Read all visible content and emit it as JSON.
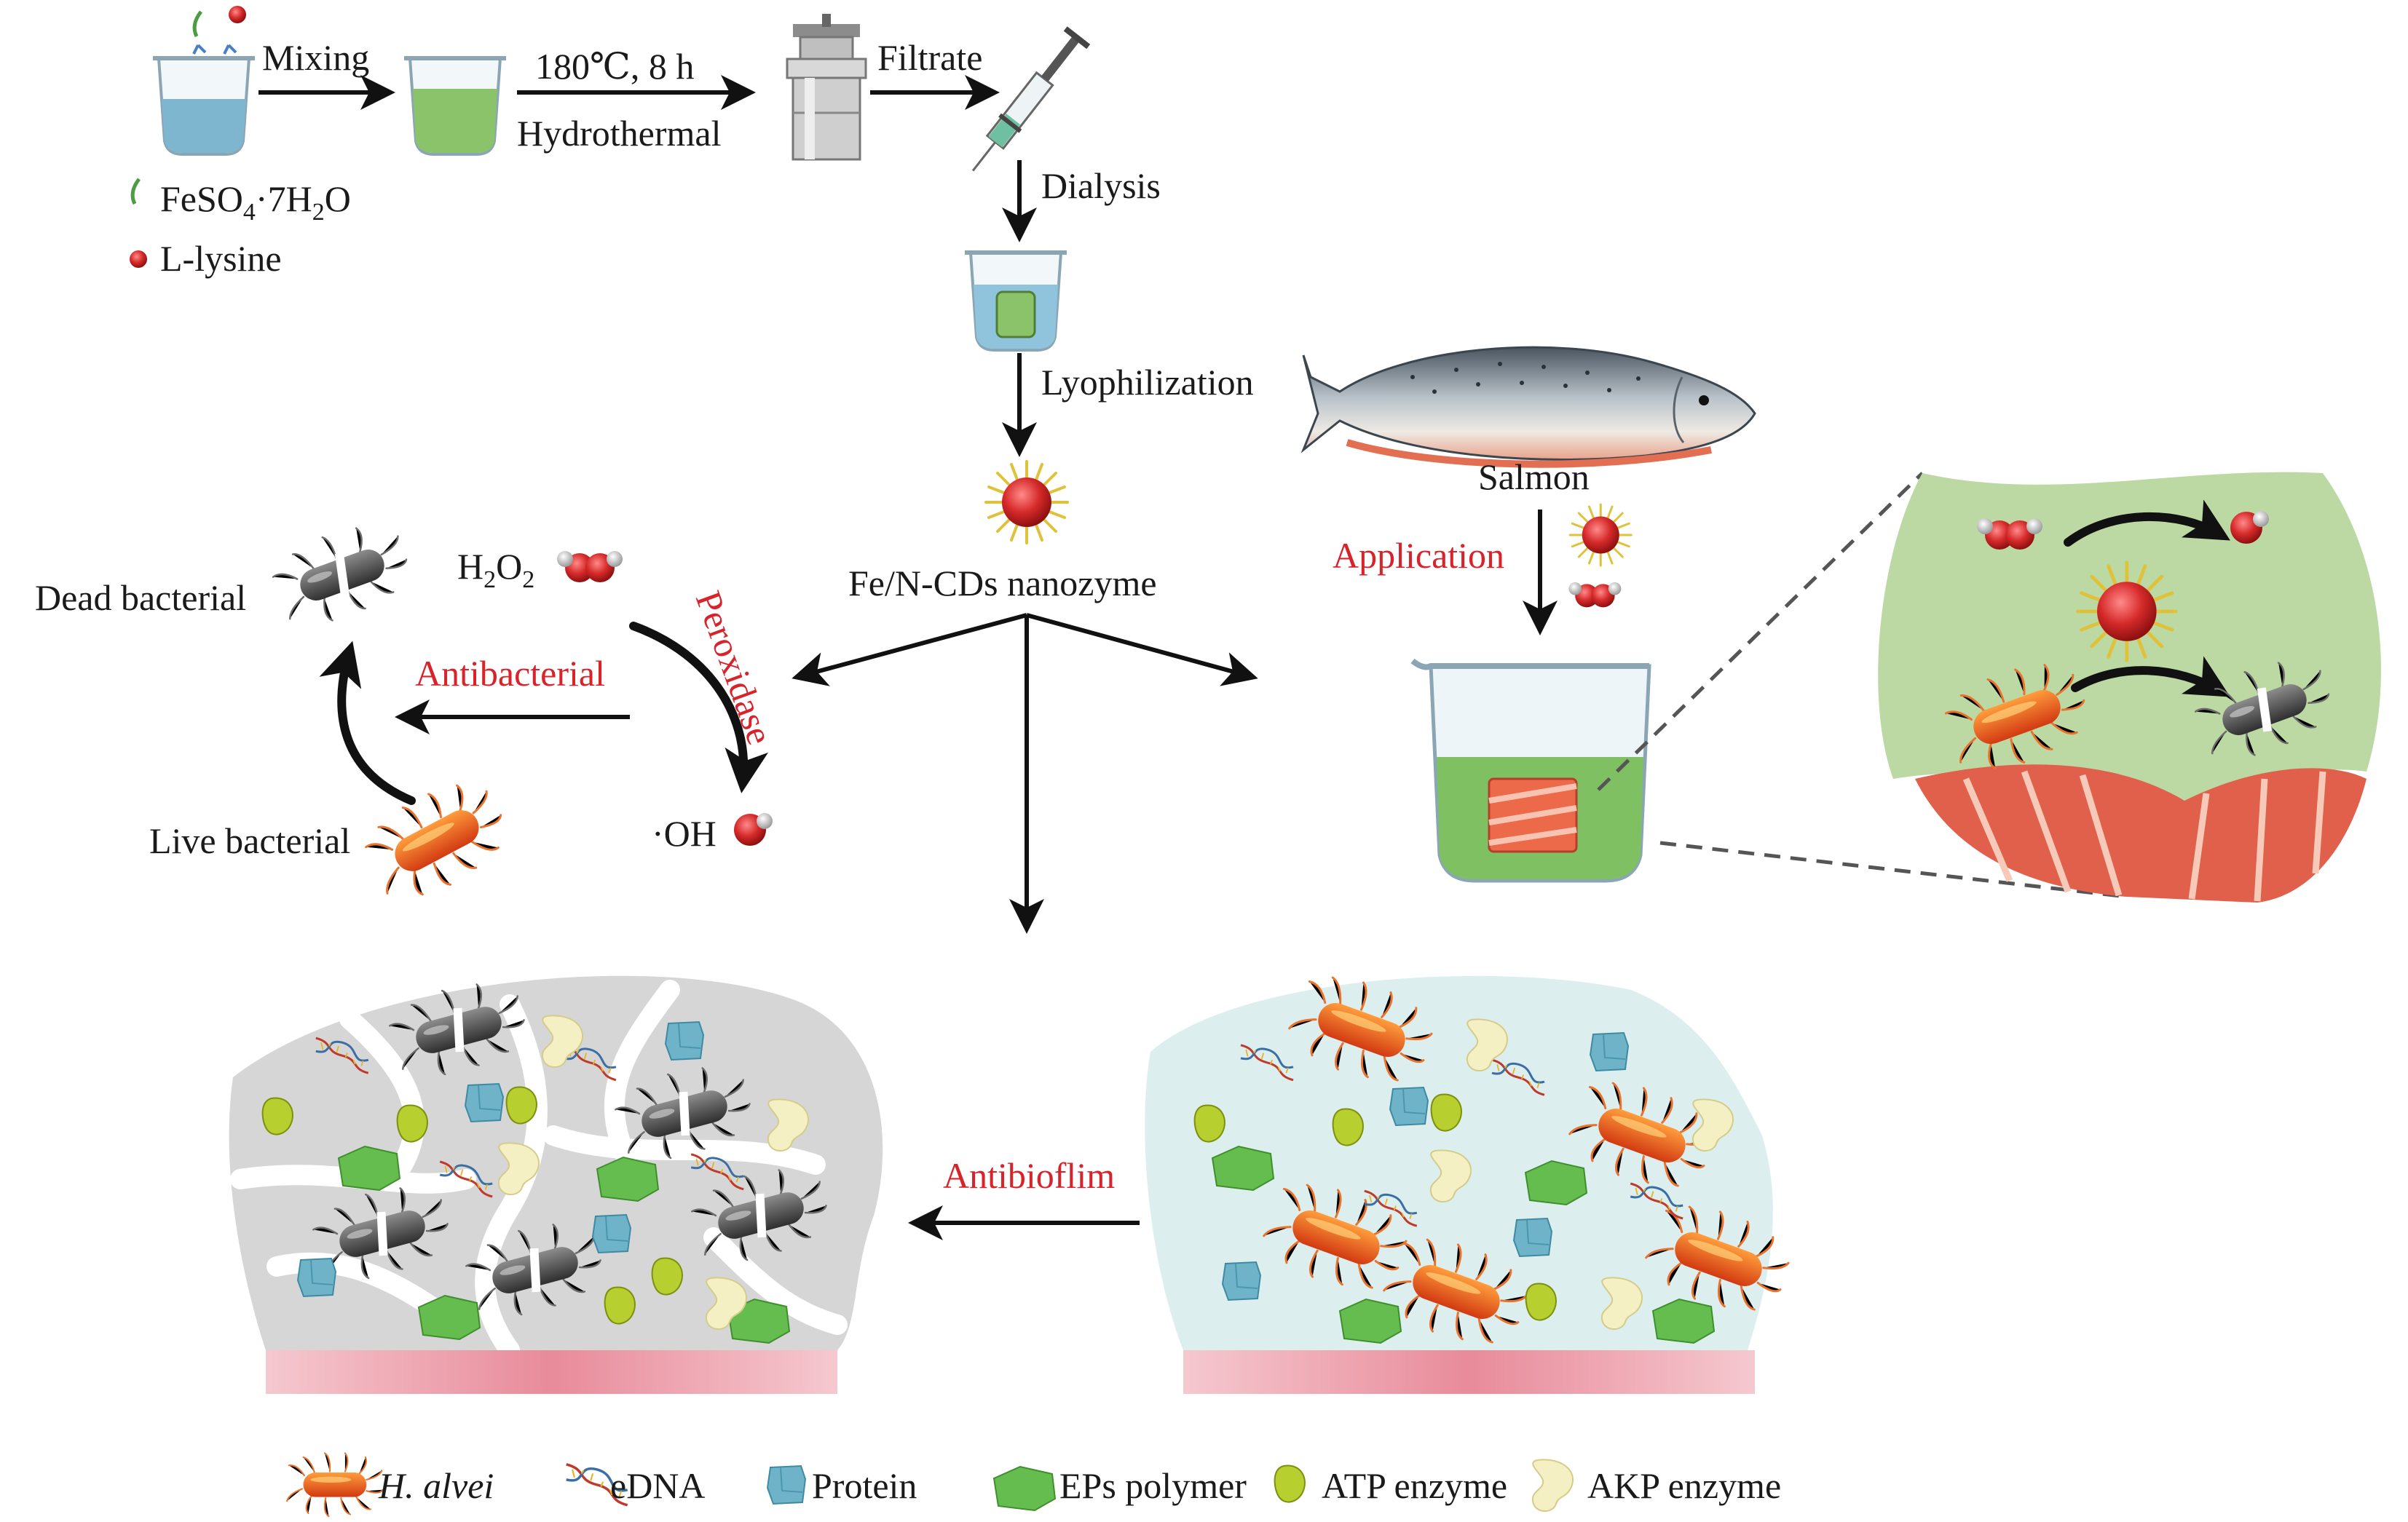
{
  "synthesis": {
    "reagent_1": "FeSO",
    "reagent_1_sub_a": "4",
    "reagent_1_mid": "·7H",
    "reagent_1_sub_b": "2",
    "reagent_1_end": "O",
    "reagent_2": "L-lysine",
    "step_mixing": "Mixing",
    "step_conditions": "180℃, 8 h",
    "step_hydrothermal": "Hydrothermal",
    "step_filtrate": "Filtrate",
    "step_dialysis": "Dialysis",
    "step_lyophilization": "Lyophilization",
    "product": "Fe/N-CDs nanozyme"
  },
  "mechanism": {
    "h2o2": "H",
    "h2o2_sub": "2",
    "h2o2_o": "O",
    "h2o2_sub2": "2",
    "peroxidase": "Peroxidase",
    "hydroxyl": "·OH",
    "antibacterial": "Antibacterial",
    "dead": "Dead bacterial",
    "live": "Live bacterial"
  },
  "application": {
    "salmon": "Salmon",
    "application": "Application"
  },
  "biofilm": {
    "antibiofilm": "Antibioflim"
  },
  "legend": [
    {
      "icon": "h-alvei-icon",
      "label": "H. alvei",
      "italic": true
    },
    {
      "icon": "edna-icon",
      "label": "eDNA"
    },
    {
      "icon": "protein-icon",
      "label": "Protein"
    },
    {
      "icon": "eps-polymer-icon",
      "label": "EPs polymer"
    },
    {
      "icon": "atp-enzyme-icon",
      "label": "ATP enzyme"
    },
    {
      "icon": "akp-enzyme-icon",
      "label": "AKP enzyme"
    }
  ],
  "colors": {
    "accent_red": "#d8232a",
    "bacteria_orange": "#e4572e",
    "biofilm_gray": "#d6d6d6",
    "biofilm_blue": "#dcefee",
    "fish_flesh": "#e8735e",
    "zoom_green": "#bcd9a3"
  }
}
